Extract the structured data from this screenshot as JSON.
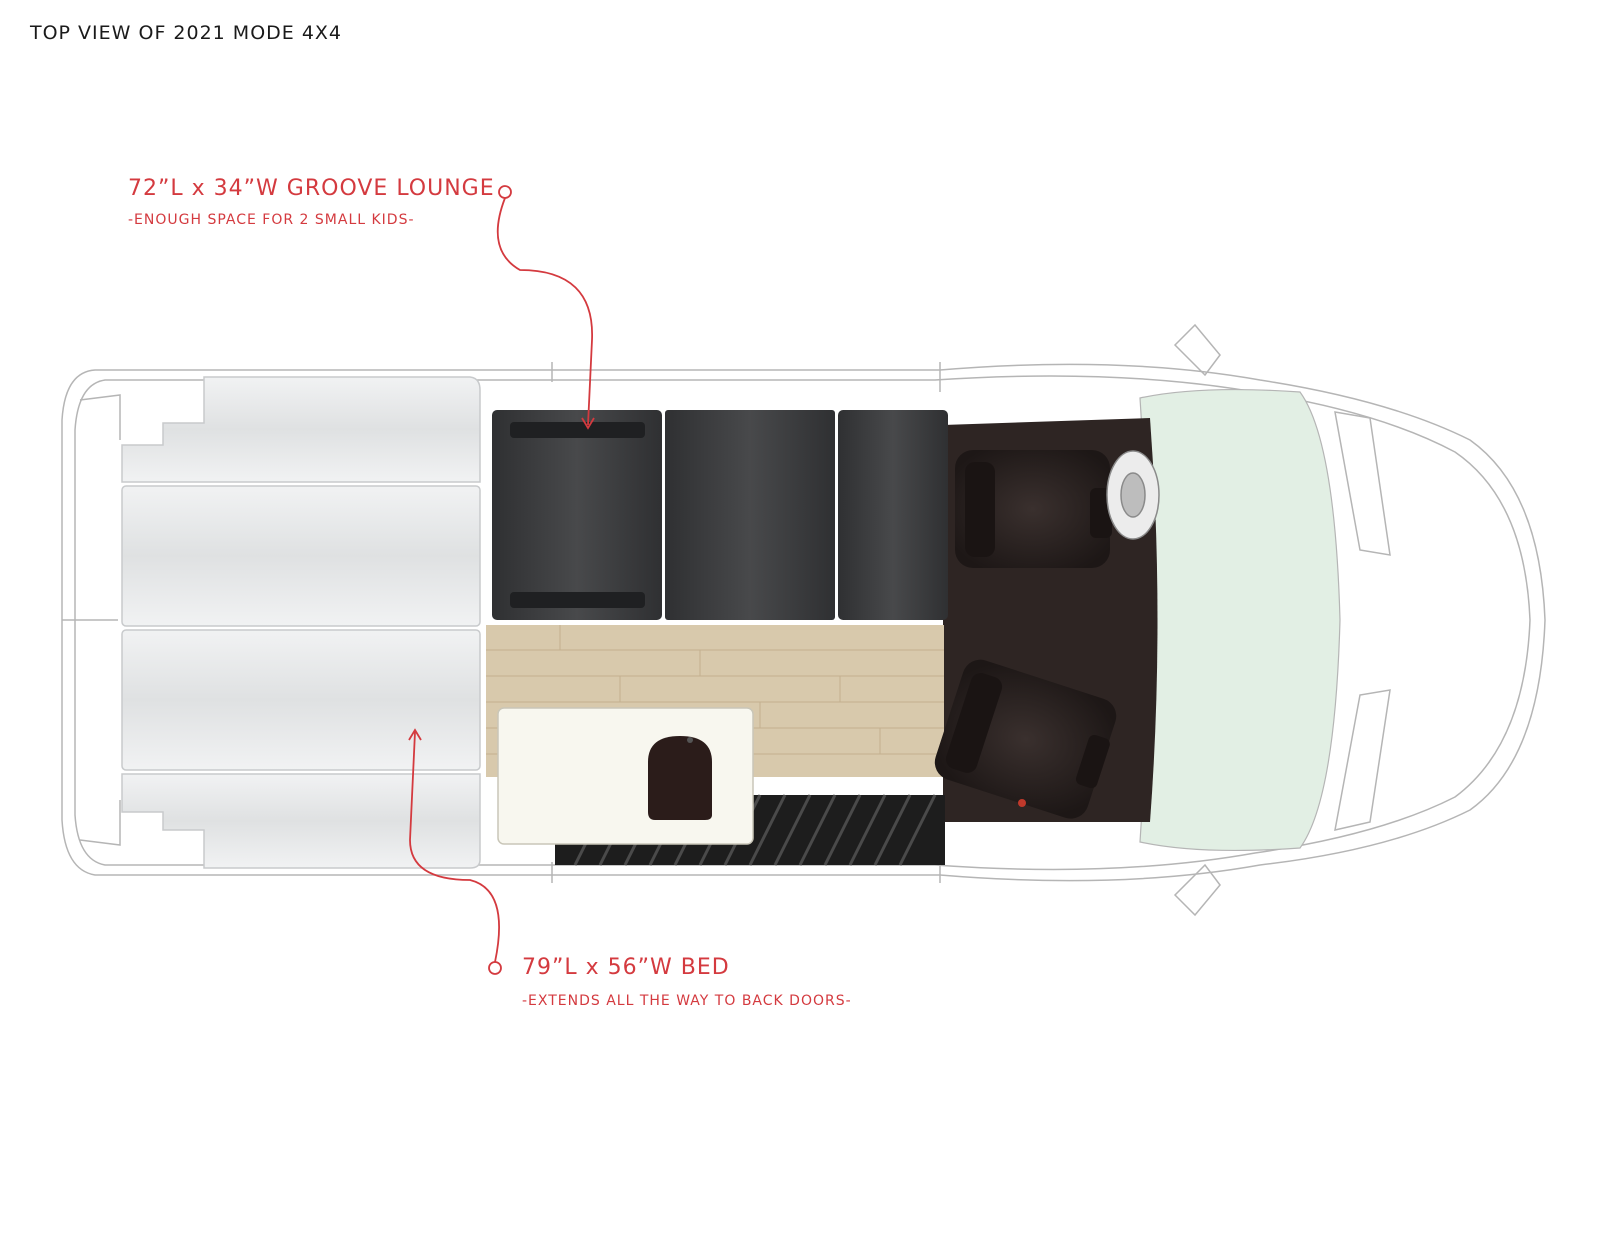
{
  "title": "TOP VIEW OF 2021 MODE 4X4",
  "callouts": {
    "lounge": {
      "title": "72”L x 34”W GROOVE LOUNGE",
      "subtitle": "-ENOUGH SPACE FOR 2 SMALL KIDS-"
    },
    "bed": {
      "title": "79”L x 56”W BED",
      "subtitle": "-EXTENDS ALL THE WAY TO BACK DOORS-"
    }
  },
  "colors": {
    "annotation": "#d43a3f",
    "outline": "#b5b5b5",
    "mattress": "#e7e9ea",
    "lounge": "#3a3b3d",
    "floor_wood": "#d8c9ac",
    "cab_floor": "#2e2523",
    "seat": "#2a2322",
    "windshield": "#e2efe4",
    "counter": "#f8f7ef",
    "sink": "#2b1c1a"
  }
}
